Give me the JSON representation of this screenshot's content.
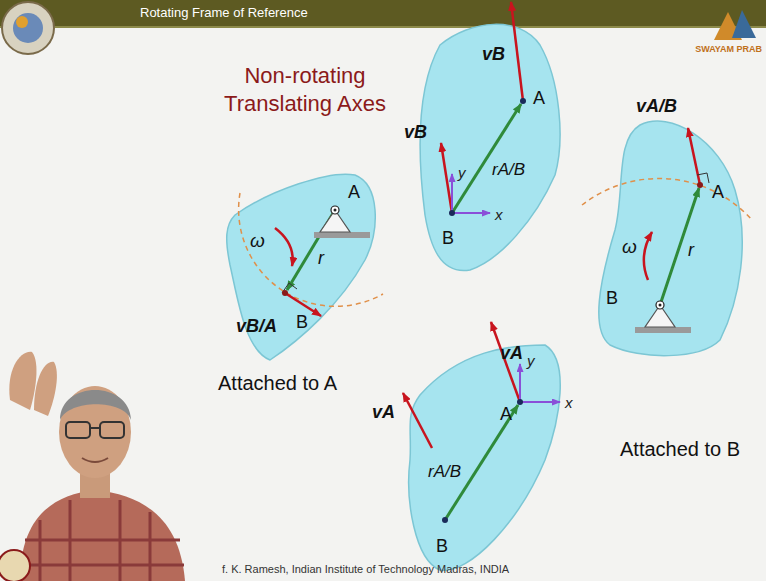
{
  "diagram": {
    "title": "Non-rotating Translating Axes",
    "labels": [
      "Rotating Frame of Reference",
      "SWAYAM PRAB",
      "vB",
      "vB",
      "A",
      "y",
      "rA/B",
      "B",
      "x",
      "A",
      "ω",
      "r",
      "B",
      "vB/A",
      "Attached to A",
      "vA/B",
      "A",
      "ω",
      "r",
      "B",
      "Attached to B",
      "vA",
      "y",
      "A",
      "x",
      "vA",
      "rA/B",
      "B",
      "f. K. Ramesh, Indian Institute of Technology Madras, INDIA"
    ]
  }
}
